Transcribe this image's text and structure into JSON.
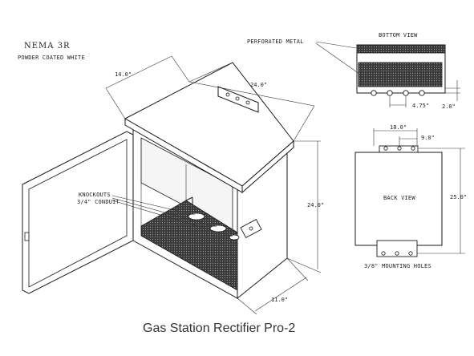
{
  "labels": {
    "nema": "NEMA 3R",
    "finish": "POWDER COATED WHITE",
    "perforated": "PERFORATED METAL",
    "bottom_view": "BOTTOM VIEW",
    "back_view": "BACK VIEW",
    "knockouts_1": "KNOCKOUTS",
    "knockouts_2": "3/4\" CONDUIT",
    "mounting_holes": "3/8\" MOUNTING HOLES"
  },
  "dimensions": {
    "depth_top": "14.0\"",
    "width_top": "24.0\"",
    "height_side": "24.0\"",
    "depth_bottom": "11.0\"",
    "bottom_spacing": "4.75\"",
    "bottom_offset": "2.0\"",
    "back_holes_width": "18.0\"",
    "back_holes_half": "9.0\"",
    "back_height": "25.0\""
  },
  "caption": "Gas Station Rectifier Pro-2"
}
